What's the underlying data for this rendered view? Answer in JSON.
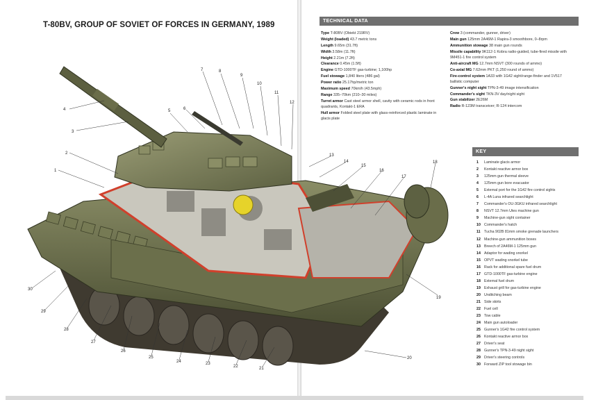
{
  "title": "T-80BV, GROUP OF SOVIET OF FORCES IN GERMANY, 1989",
  "technical_data": {
    "heading": "TECHNICAL DATA",
    "left": [
      {
        "label": "Type",
        "value": "T-80BV (Obiekt 219RV)"
      },
      {
        "label": "Weight (loaded)",
        "value": "43.7 metric tons"
      },
      {
        "label": "Length",
        "value": "9.65m (31.7ft)"
      },
      {
        "label": "Width",
        "value": "3.58m (11.7ft)"
      },
      {
        "label": "Height",
        "value": "2.21m (7.2ft)"
      },
      {
        "label": "Clearance",
        "value": "0.45m (1.5ft)"
      },
      {
        "label": "Engine",
        "value": "GTD-1000TF gas-turbine; 1,100hp"
      },
      {
        "label": "Fuel stowage",
        "value": "1,840 liters (486 gal)"
      },
      {
        "label": "Power ratio",
        "value": "25.17hp/metric ton"
      },
      {
        "label": "Maximum speed",
        "value": "70km/h (43.5mph)"
      },
      {
        "label": "Range",
        "value": "335–70km (210–30 miles)"
      },
      {
        "label": "Turret armor",
        "value": "Cast steel armor shell, cavity with ceramic rods in front quadrants, Kontakt-1 ERA"
      },
      {
        "label": "Hull armor",
        "value": "Folded steel plate with glass-reinforced plastic laminate in glacis plate"
      }
    ],
    "right": [
      {
        "label": "Crew",
        "value": "3 (commander, gunner, driver)"
      },
      {
        "label": "Main gun",
        "value": "125mm 2A46M-1 Rapira-3 smoothbore, 0–8rpm"
      },
      {
        "label": "Ammunition stowage",
        "value": "38 main gun rounds"
      },
      {
        "label": "Missile capability",
        "value": "9K112-1 Kobra radio-guided, tube-fired missile with 9M451-1 fire control system"
      },
      {
        "label": "Anti-aircraft MG",
        "value": "12.7mm NSVT (300 rounds of ammo)"
      },
      {
        "label": "Co-axial MG",
        "value": "7.62mm PKT (1,250 round of ammo)"
      },
      {
        "label": "Fire-control system",
        "value": "1A33 with 1G42 sight/range-finder and 1V517 ballistic computer"
      },
      {
        "label": "Gunner's night sight",
        "value": "TPN-3-49 image intensification"
      },
      {
        "label": "Commander's sight",
        "value": "TKN-3V day/night sight"
      },
      {
        "label": "Gun stabilizer",
        "value": "2E26M"
      },
      {
        "label": "Radio",
        "value": "R-123M transceiver; R-124 intercom"
      }
    ]
  },
  "key": {
    "heading": "KEY",
    "items": [
      "Laminate glacis armor",
      "Kontakt reactive armor box",
      "125mm gun thermal sleeve",
      "125mm gun bore evacuator",
      "External port for the 1G42 fire control sights",
      "L-4A Luna infrared searchlight",
      "Commander's OU-3GKU infrared searchlight",
      "NSVT 12.7mm Utes machine gun",
      "Machine-gun sight container",
      "Commander's hatch",
      "Tucha 902B 81mm smoke grenade launchers",
      "Machine-gun ammunition boxes",
      "Breech of 2A46M-1 125mm gun",
      "Adaptor for wading snorkel",
      "OPVT wading snorkel tube",
      "Rack for additional spare fuel drum",
      "GTD-1000TF gas-turbine engine",
      "External fuel drum",
      "Exhaust grill for gas-turbine engine",
      "Unditching beam",
      "Side skirts",
      "Fuel cell",
      "Tow cable",
      "Main gun autoloader",
      "Gunner's 1G42 fire control system",
      "Kontakt reactive armor box",
      "Driver's seat",
      "Gunner's TPN-3-49 night sight",
      "Driver's steering controls",
      "Forward ZIP tool stowage bin"
    ]
  },
  "callouts": [
    "1",
    "2",
    "3",
    "4",
    "5",
    "6",
    "7",
    "8",
    "9",
    "10",
    "11",
    "12",
    "13",
    "14",
    "15",
    "16",
    "17",
    "18",
    "19",
    "20",
    "21",
    "22",
    "23",
    "24",
    "25",
    "26",
    "27",
    "28",
    "29",
    "30"
  ],
  "colors": {
    "header_bar": "#6f6f6f",
    "hull_green": "#6e7350",
    "hull_dark": "#4a4e33",
    "cutaway_red": "#d0402c",
    "interior_grey": "#b8b8b0",
    "yellow": "#e6d32a"
  }
}
